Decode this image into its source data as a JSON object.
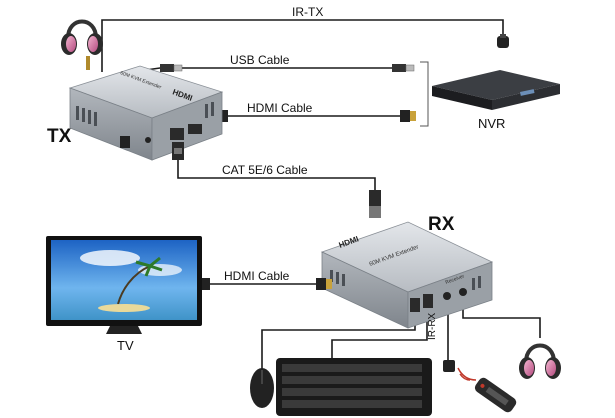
{
  "labels": {
    "ir_tx": "IR-TX",
    "usb_cable": "USB Cable",
    "hdmi_cable_top": "HDMI Cable",
    "cat_cable": "CAT 5E/6 Cable",
    "hdmi_cable_bottom": "HDMI Cable",
    "tx": "TX",
    "rx": "RX",
    "nvr": "NVR",
    "tv": "TV",
    "ir_rx": "IR-RX"
  },
  "device_text": {
    "tx_title": "60M KVM Extender",
    "tx_logo": "HDMI",
    "rx_title": "60M KVM Extender",
    "rx_logo": "HDMI",
    "rx_port": "Receiver"
  },
  "colors": {
    "device_body": "#c9cdd2",
    "device_dark": "#8e949b",
    "cable": "#1a1a1a",
    "headphone_pink": "#d77aa6",
    "tv_sky": "#2c7fd6"
  },
  "icons": [
    "headphones-icon",
    "ir-sensor-icon",
    "usb-plug-icon",
    "hdmi-plug-icon",
    "rj45-plug-icon",
    "nvr-device-icon",
    "tv-icon",
    "keyboard-icon",
    "mouse-icon",
    "remote-control-icon"
  ]
}
